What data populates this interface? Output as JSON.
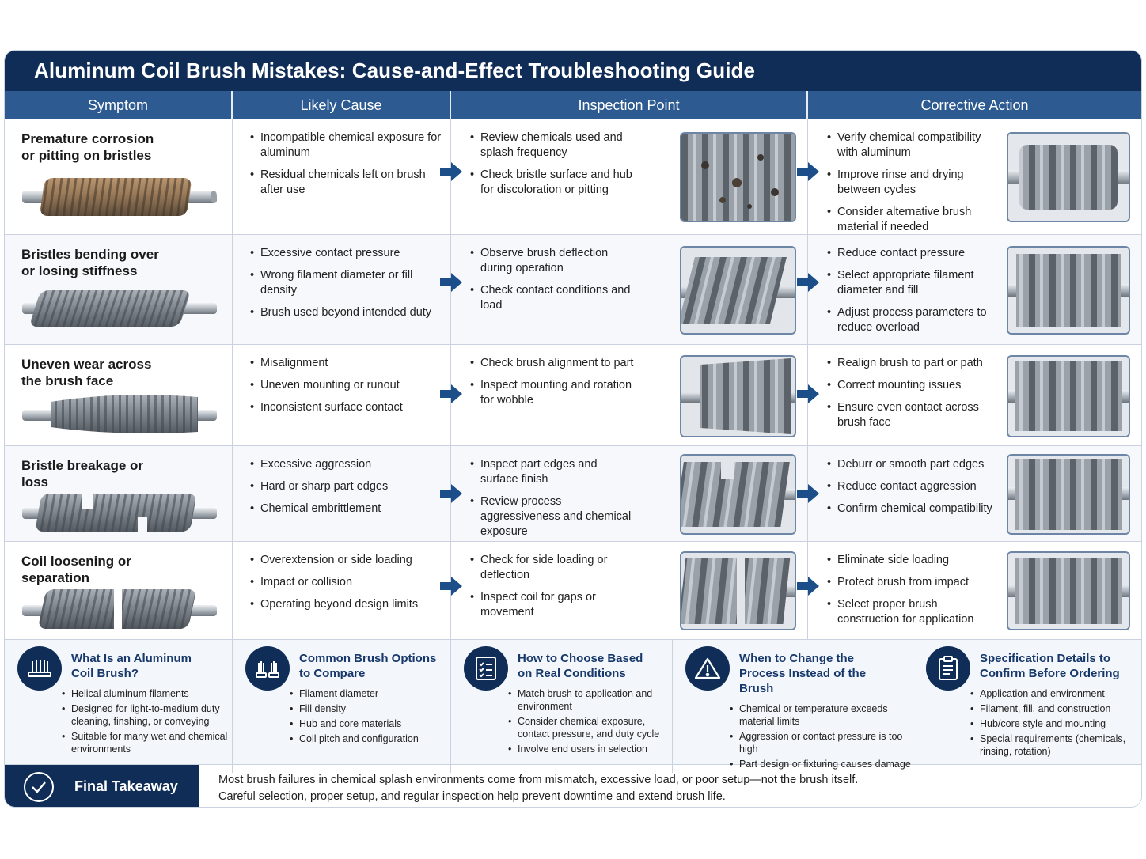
{
  "title": "Aluminum Coil Brush Mistakes: Cause-and-Effect Troubleshooting Guide",
  "columns": [
    "Symptom",
    "Likely Cause",
    "Inspection Point",
    "Corrective Action"
  ],
  "rows": [
    {
      "symptom": "Premature corrosion or pitting on bristles",
      "causes": [
        "Incompatible chemical exposure for aluminum",
        "Residual chemicals left on brush after use"
      ],
      "inspection": [
        "Review chemicals used and splash frequency",
        "Check bristle surface and hub for discoloration or pitting"
      ],
      "actions": [
        "Verify chemical compatibility with aluminum",
        "Improve rinse and drying between cycles",
        "Consider alternative brush material if needed"
      ]
    },
    {
      "symptom": "Bristles bending over or losing stiffness",
      "causes": [
        "Excessive contact pressure",
        "Wrong filament diameter or fill density",
        "Brush used beyond intended duty"
      ],
      "inspection": [
        "Observe brush deflection during operation",
        "Check contact conditions and load"
      ],
      "actions": [
        "Reduce contact pressure",
        "Select appropriate filament diameter and fill",
        "Adjust process parameters to reduce overload"
      ]
    },
    {
      "symptom": "Uneven wear across the brush face",
      "causes": [
        "Misalignment",
        "Uneven mounting or runout",
        "Inconsistent surface contact"
      ],
      "inspection": [
        "Check brush alignment to part",
        "Inspect mounting and rotation for wobble"
      ],
      "actions": [
        "Realign brush to part or path",
        "Correct mounting issues",
        "Ensure even contact across brush face"
      ]
    },
    {
      "symptom": "Bristle breakage or loss",
      "causes": [
        "Excessive aggression",
        "Hard or sharp part edges",
        "Chemical embrittlement"
      ],
      "inspection": [
        "Inspect part edges and surface finish",
        "Review process aggressiveness and chemical exposure"
      ],
      "actions": [
        "Deburr or smooth part edges",
        "Reduce contact aggression",
        "Confirm chemical compatibility"
      ]
    },
    {
      "symptom": "Coil loosening or separation",
      "causes": [
        "Overextension or side loading",
        "Impact or collision",
        "Operating beyond design limits"
      ],
      "inspection": [
        "Check for side loading or deflection",
        "Inspect coil for gaps or movement"
      ],
      "actions": [
        "Eliminate side loading",
        "Protect brush from impact",
        "Select proper brush construction for application"
      ]
    }
  ],
  "info": [
    {
      "icon": "brush-icon",
      "title": "What Is an Aluminum Coil Brush?",
      "items": [
        "Helical aluminum filaments",
        "Designed for light-to-medium duty cleaning, finshing, or conveying",
        "Suitable for many wet and chemical environments"
      ]
    },
    {
      "icon": "brush-options-icon",
      "title": "Common Brush Options to Compare",
      "items": [
        "Filament diameter",
        "Fill density",
        "Hub and core materials",
        "Coil pitch and configuration"
      ]
    },
    {
      "icon": "checklist-icon",
      "title": "How to Choose Based on Real Conditions",
      "items": [
        "Match brush to application and environment",
        "Consider chemical exposure, contact pressure, and duty cycle",
        "Involve end users in selection"
      ]
    },
    {
      "icon": "warning-icon",
      "title": "When to Change the Process Instead of the Brush",
      "items": [
        "Chemical or temperature exceeds material limits",
        "Aggression or contact pressure is too high",
        "Part design or fixturing causes damage"
      ]
    },
    {
      "icon": "clipboard-icon",
      "title": "Specification Details to Confirm Before Ordering",
      "items": [
        "Application and environment",
        "Filament, fill, and construction",
        "Hub/core style and mounting",
        "Special requirements (chemicals, rinsing, rotation)"
      ]
    }
  ],
  "takeaway": {
    "label": "Final Takeaway",
    "line1": "Most brush failures in chemical splash environments come from mismatch, excessive load, or poor setup—not the brush itself.",
    "line2": "Careful selection, proper setup, and regular inspection help prevent downtime and extend brush life."
  },
  "colors": {
    "navy": "#0f2d57",
    "header_blue": "#2d5b91",
    "arrow": "#1c4f8a"
  }
}
